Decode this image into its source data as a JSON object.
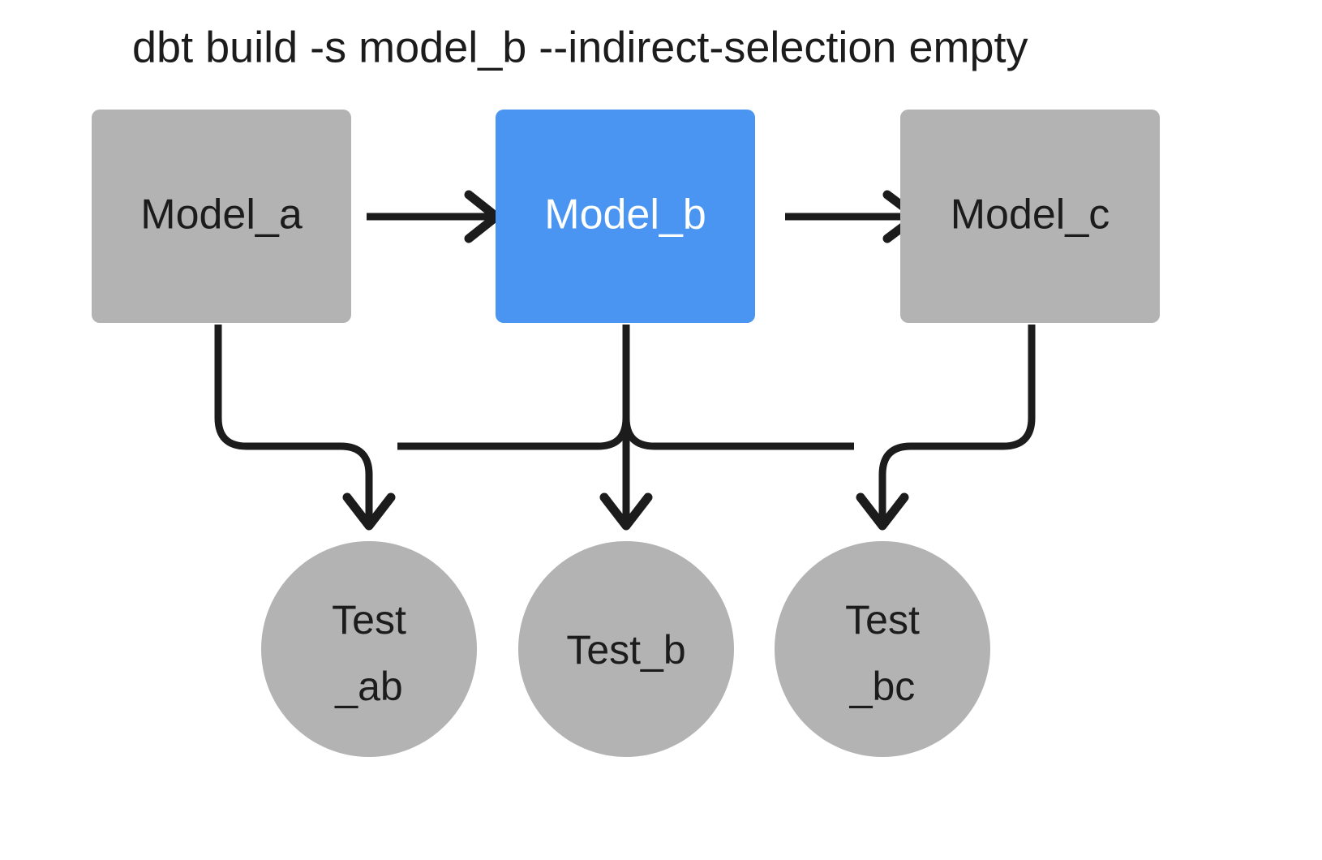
{
  "title": "dbt build -s model_b --indirect-selection empty",
  "colors": {
    "background": "#ffffff",
    "node_gray": "#b3b3b3",
    "node_selected_blue": "#4a94f2",
    "edge_black": "#1c1c1c",
    "text_dark": "#1c1c1c",
    "text_light": "#ffffff"
  },
  "models": [
    {
      "id": "model_a",
      "label": "Model_a",
      "state": "unselected",
      "fill": "#b3b3b3",
      "text_color": "#1c1c1c"
    },
    {
      "id": "model_b",
      "label": "Model_b",
      "state": "selected",
      "fill": "#4a94f2",
      "text_color": "#ffffff"
    },
    {
      "id": "model_c",
      "label": "Model_c",
      "state": "unselected",
      "fill": "#b3b3b3",
      "text_color": "#1c1c1c"
    }
  ],
  "tests": [
    {
      "id": "test_ab",
      "label": "Test_ab",
      "line1": "Test",
      "line2": "_ab",
      "state": "unselected",
      "fill": "#b3b3b3"
    },
    {
      "id": "test_b",
      "label": "Test_b",
      "line1": "Test_b",
      "line2": "",
      "state": "unselected",
      "fill": "#b3b3b3"
    },
    {
      "id": "test_bc",
      "label": "Test_bc",
      "line1": "Test",
      "line2": "_bc",
      "state": "unselected",
      "fill": "#b3b3b3"
    }
  ],
  "edges": [
    {
      "id": "edge-a-to-b",
      "from": "model_a",
      "to": "model_b",
      "kind": "model-to-model"
    },
    {
      "id": "edge-b-to-c",
      "from": "model_b",
      "to": "model_c",
      "kind": "model-to-model"
    },
    {
      "id": "edge-a-to-test-ab",
      "from": "model_a",
      "to": "test_ab",
      "kind": "model-to-test"
    },
    {
      "id": "edge-b-to-test-ab",
      "from": "model_b",
      "to": "test_ab",
      "kind": "model-to-test"
    },
    {
      "id": "edge-b-to-test-b",
      "from": "model_b",
      "to": "test_b",
      "kind": "model-to-test"
    },
    {
      "id": "edge-b-to-test-bc",
      "from": "model_b",
      "to": "test_bc",
      "kind": "model-to-test"
    },
    {
      "id": "edge-c-to-test-bc",
      "from": "model_c",
      "to": "test_bc",
      "kind": "model-to-test"
    }
  ]
}
